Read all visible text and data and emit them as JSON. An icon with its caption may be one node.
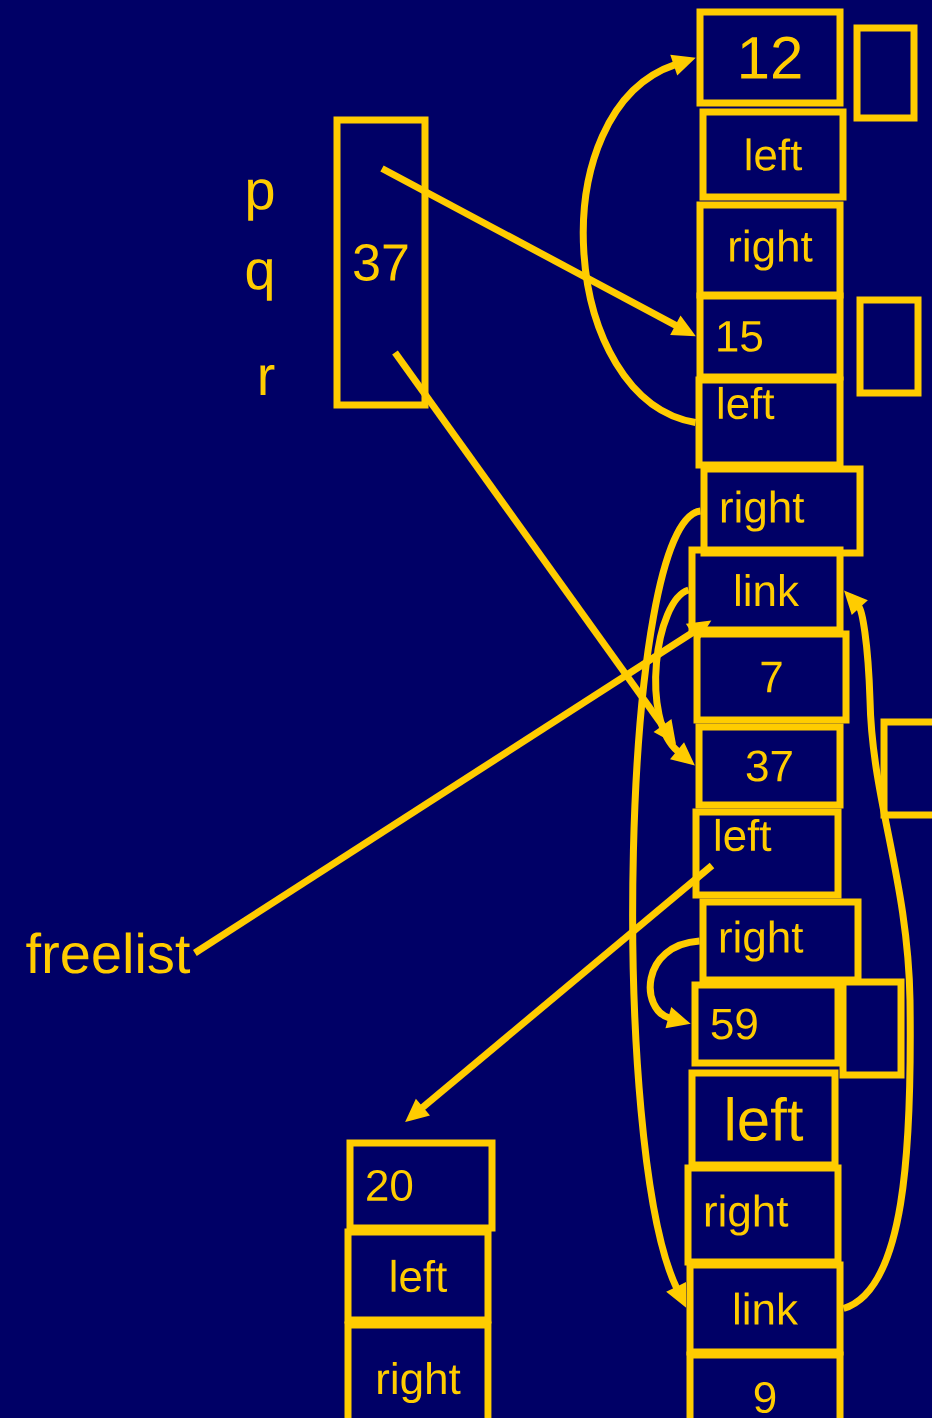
{
  "diagram": {
    "nodes": [
      {
        "text": [
          "12"
        ]
      },
      {
        "text": [
          "left"
        ]
      },
      {
        "text": [
          "right"
        ]
      },
      {
        "text": [
          "15"
        ]
      },
      {
        "text": [
          "left"
        ]
      },
      {
        "text": [
          "right"
        ]
      },
      {
        "text": [
          "link"
        ]
      },
      {
        "text": [
          "7"
        ]
      },
      {
        "text": [
          "37"
        ]
      },
      {
        "text": [
          "left"
        ]
      },
      {
        "text": [
          "right"
        ]
      },
      {
        "text": [
          "59"
        ]
      },
      {
        "text": [
          "left"
        ]
      },
      {
        "text": [
          "right"
        ]
      },
      {
        "text": [
          "link"
        ]
      },
      {
        "text": [
          "9"
        ]
      },
      {
        "text": [],
        "shape": "box"
      },
      {
        "text": [],
        "shape": "box"
      },
      {
        "text": [],
        "shape": "box"
      },
      {
        "text": [],
        "shape": "box"
      },
      {
        "text": [
          "37"
        ]
      },
      {
        "text": [
          "freelist"
        ]
      },
      {
        "text": [
          "20"
        ]
      },
      {
        "text": [
          "left"
        ]
      },
      {
        "text": [
          "right"
        ]
      }
    ],
    "edges": [
      {
        "from": 20,
        "to": 3,
        "arrow": "to"
      },
      {
        "from": 20,
        "to": 8,
        "arrow": "to"
      },
      {
        "from": 4,
        "to": 0,
        "arrow": "to"
      },
      {
        "from": 5,
        "to": 14,
        "arrow": "to"
      },
      {
        "from": 6,
        "to": 8,
        "arrow": "to"
      },
      {
        "from": 21,
        "to": 6,
        "arrow": "to"
      },
      {
        "from": 9,
        "to": 22,
        "arrow": "to"
      },
      {
        "from": 10,
        "to": 11,
        "arrow": "to"
      },
      {
        "from": 14,
        "to": 6,
        "arrow": "to"
      }
    ],
    "labels": [
      "p",
      "q",
      "r"
    ]
  }
}
